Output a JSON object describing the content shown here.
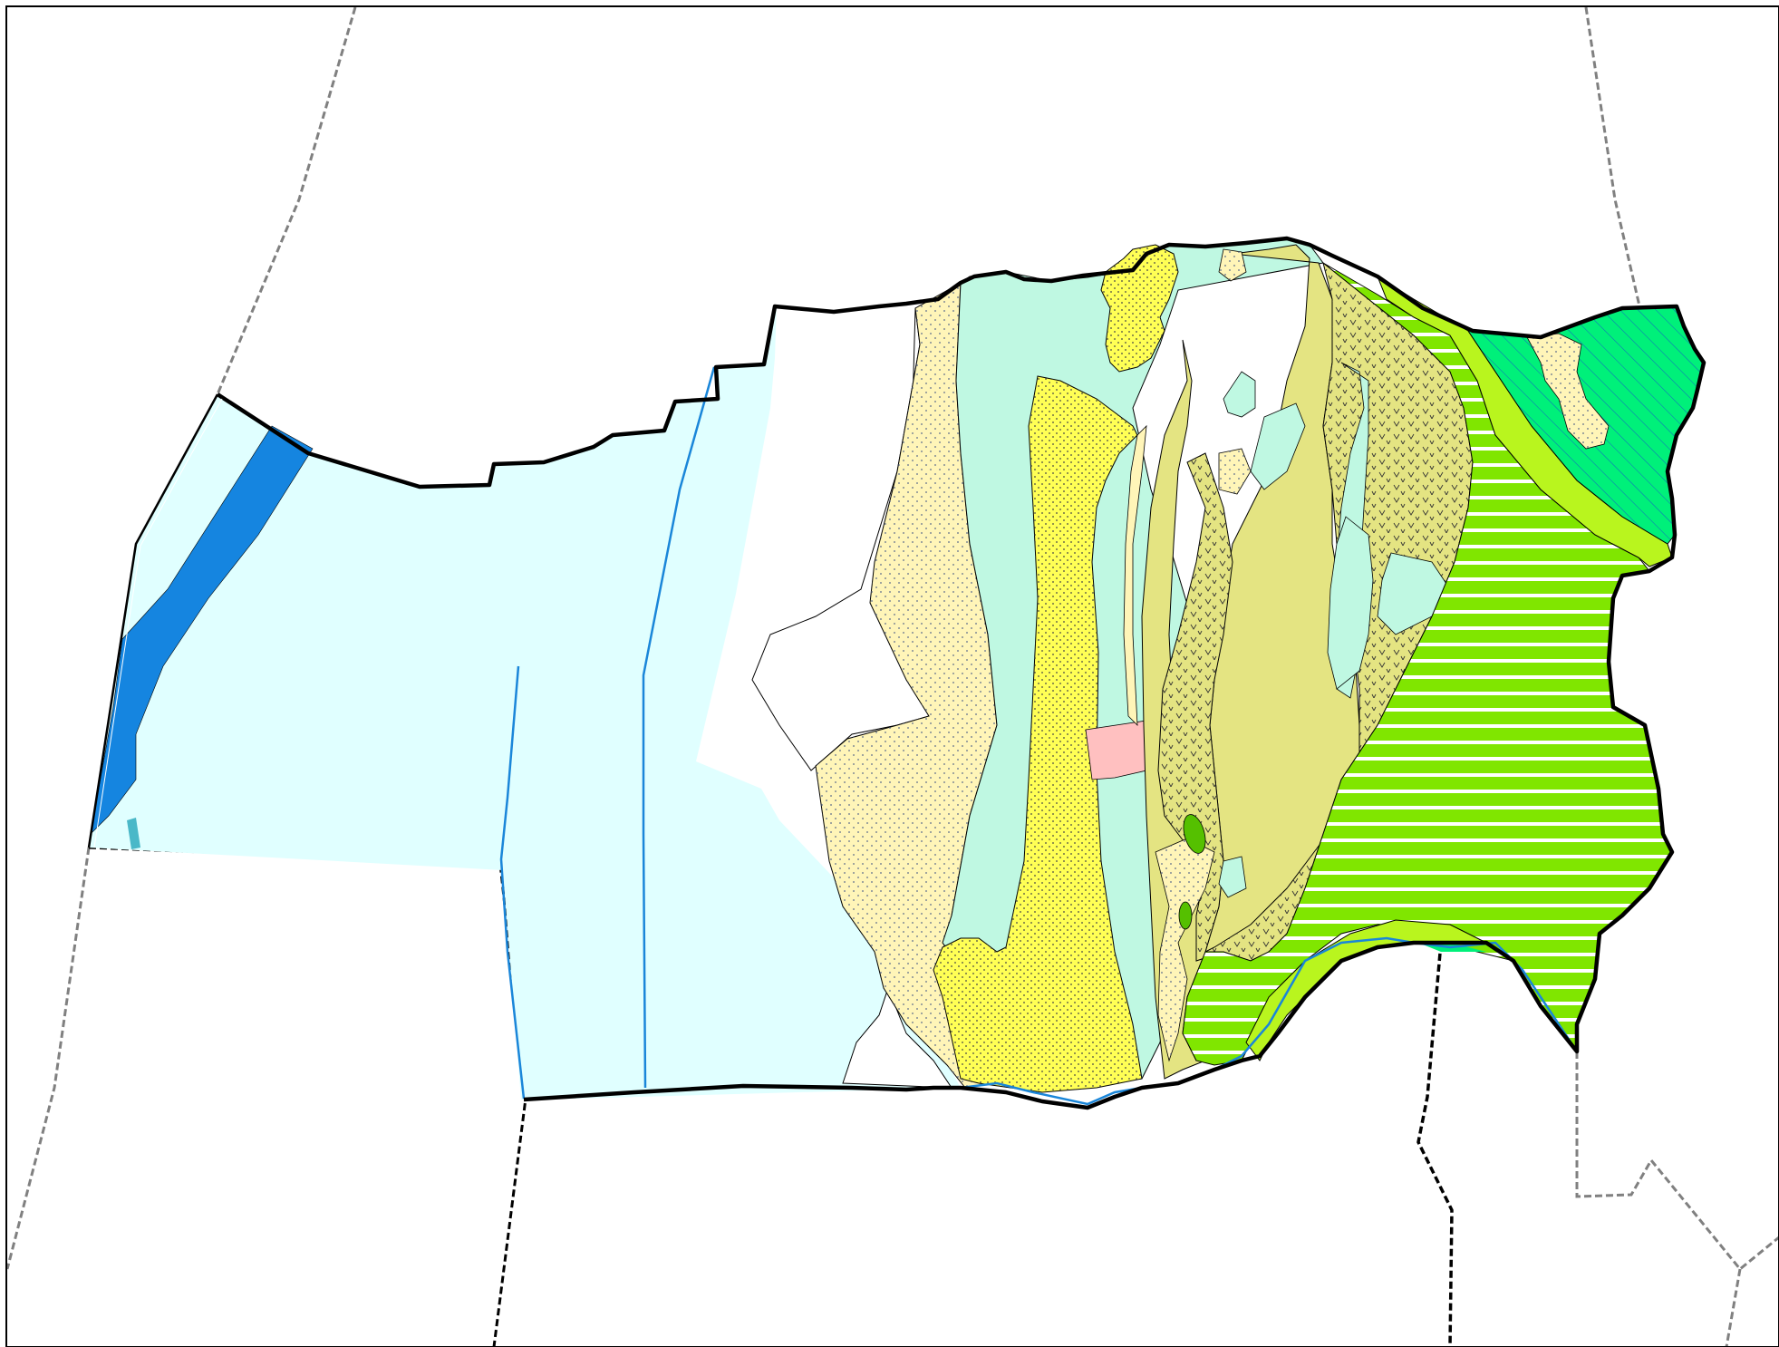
{
  "map": {
    "colors": {
      "background": "#ffffff",
      "frame": "#000000",
      "county_boundary": "#000000",
      "state_boundary": "#808080",
      "stream": "#1a86d9",
      "unit_light_cyan": "#e0ffff",
      "unit_blue": "#1585e0",
      "unit_teal": "#4ab8c8",
      "unit_pale_yellow": "#fff5b8",
      "unit_mint": "#bff8e2",
      "unit_yellow": "#ffff55",
      "unit_olive": "#e4e482",
      "unit_pink": "#ffc0c0",
      "unit_lime": "#b9f51e",
      "unit_green": "#80e600",
      "unit_bright_green": "#00f07a",
      "unit_dark_green": "#55c000"
    },
    "patterns": [
      "dot-stipple",
      "v-mark",
      "white-horizontal-line",
      "blue-diagonal-hatch"
    ]
  }
}
